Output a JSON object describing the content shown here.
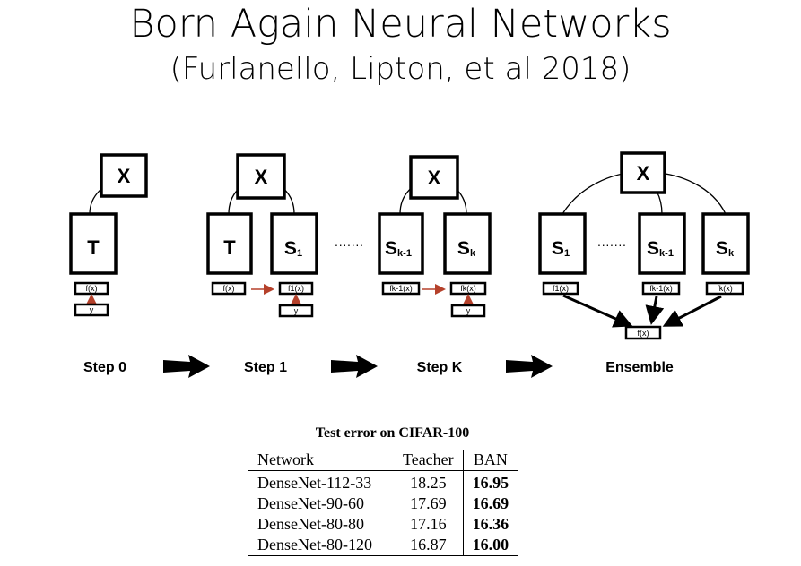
{
  "title": "Born Again Neural Networks",
  "subtitle": "(Furlanello, Lipton, et al 2018)",
  "diagram": {
    "input_label": "X",
    "dots": "·······",
    "stages": [
      {
        "step_label": "Step 0",
        "teacher": "T",
        "output": "f(x)",
        "target": "y"
      },
      {
        "step_label": "Step 1",
        "teacher": "T",
        "teacher_output": "f(x)",
        "student": "S",
        "student_sub": "1",
        "student_output": "f1(x)",
        "target": "y"
      },
      {
        "step_label": "Step K",
        "prev": "S",
        "prev_sub": "k-1",
        "prev_output": "fk-1(x)",
        "student": "S",
        "student_sub": "k",
        "student_output": "fk(x)",
        "target": "y"
      },
      {
        "step_label": "Ensemble",
        "members": [
          {
            "label": "S",
            "sub": "1",
            "output": "f1(x)"
          },
          {
            "label": "S",
            "sub": "k-1",
            "output": "fk-1(x)"
          },
          {
            "label": "S",
            "sub": "k",
            "output": "fk(x)"
          }
        ],
        "output": "f(x)"
      }
    ],
    "colors": {
      "arrow_red": "#b5412b",
      "ink": "#000000"
    }
  },
  "table": {
    "caption": "Test error on CIFAR-100",
    "headers": [
      "Network",
      "Teacher",
      "BAN"
    ],
    "rows": [
      [
        "DenseNet-112-33",
        "18.25",
        "16.95"
      ],
      [
        "DenseNet-90-60",
        "17.69",
        "16.69"
      ],
      [
        "DenseNet-80-80",
        "17.16",
        "16.36"
      ],
      [
        "DenseNet-80-120",
        "16.87",
        "16.00"
      ]
    ]
  }
}
